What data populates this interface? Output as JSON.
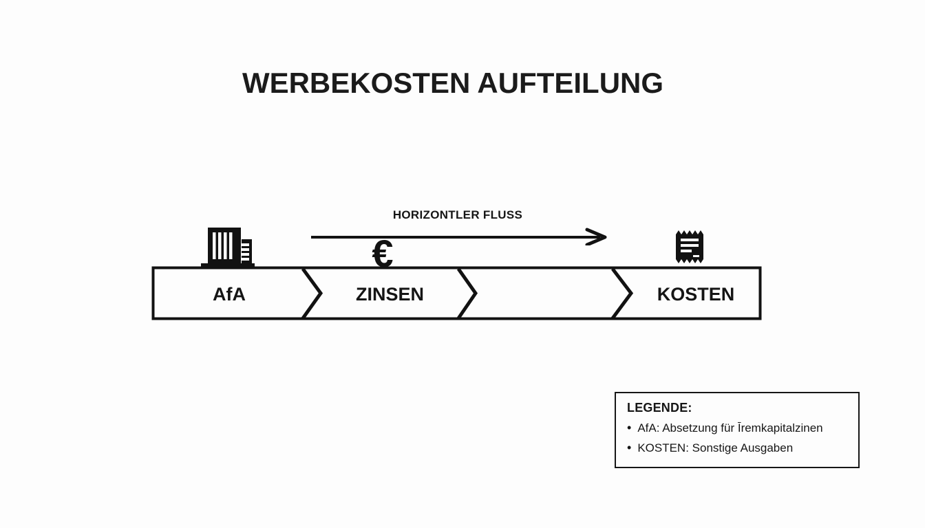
{
  "title": "WERBEKOSTEN AUFTEILUNG",
  "flow_arrow": {
    "label": "HORIZONTLER FLUSS"
  },
  "band": {
    "segments": [
      {
        "label": "AfA"
      },
      {
        "label": "ZINSEN"
      },
      {
        "label": ""
      },
      {
        "label": "KOSTEN"
      }
    ]
  },
  "symbols": {
    "euro": "€"
  },
  "icons": {
    "building": "building-icon",
    "euro": "euro-icon",
    "receipt": "receipt-icon"
  },
  "legend": {
    "title": "LEGENDE:",
    "bullet_char": "•",
    "items": [
      "AfA: Absetzung für Īremkapitalzinen",
      "KOSTEN: Sonstige Ausgaben"
    ]
  },
  "colors": {
    "ink": "#121212",
    "background": "#fdfdfd"
  }
}
